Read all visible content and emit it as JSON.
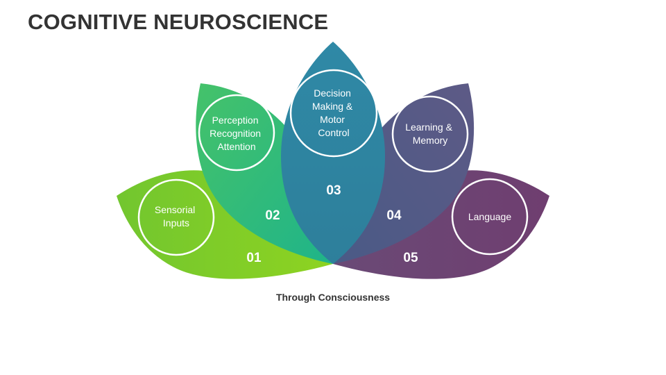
{
  "title": "COGNITIVE NEUROSCIENCE",
  "caption": "Through Consciousness",
  "petals": [
    {
      "number": "01",
      "lines": [
        "Sensorial",
        "Inputs"
      ],
      "color": "#7ec62c"
    },
    {
      "number": "02",
      "lines": [
        "Perception",
        "Recognition",
        "Attention"
      ],
      "color": "#2ebb74"
    },
    {
      "number": "03",
      "lines": [
        "Decision",
        "Making &",
        "Motor",
        "Control"
      ],
      "color": "#2f86a2"
    },
    {
      "number": "04",
      "lines": [
        "Learning &",
        "Memory"
      ],
      "color": "#565480"
    },
    {
      "number": "05",
      "lines": [
        "Language"
      ],
      "color": "#6d3f72"
    }
  ]
}
